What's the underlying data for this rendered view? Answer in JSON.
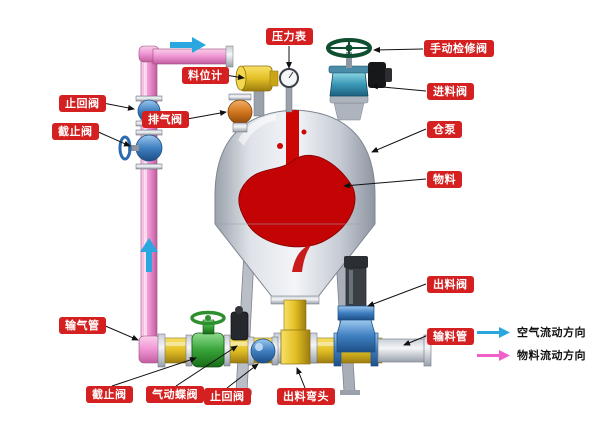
{
  "diagram": {
    "type": "pneumatic-conveying-bin-pump-system",
    "labels": [
      {
        "id": "pressure-gauge",
        "text": "压力表"
      },
      {
        "id": "manual-maintenance-valve",
        "text": "手动检修阀"
      },
      {
        "id": "level-indicator",
        "text": "料位计"
      },
      {
        "id": "feed-valve",
        "text": "进料阀"
      },
      {
        "id": "exhaust-valve",
        "text": "排气阀"
      },
      {
        "id": "check-valve-upper",
        "text": "止回阀"
      },
      {
        "id": "stop-valve-upper",
        "text": "截止阀"
      },
      {
        "id": "bin-pump",
        "text": "仓泵"
      },
      {
        "id": "material",
        "text": "物料"
      },
      {
        "id": "discharge-valve",
        "text": "出料阀"
      },
      {
        "id": "gas-pipe",
        "text": "输气管"
      },
      {
        "id": "conveying-pipe",
        "text": "输料管"
      },
      {
        "id": "stop-valve-lower",
        "text": "截止阀"
      },
      {
        "id": "pneumatic-butterfly-valve",
        "text": "气动蝶阀"
      },
      {
        "id": "check-valve-lower",
        "text": "止回阀"
      },
      {
        "id": "discharge-elbow",
        "text": "出料弯头"
      }
    ],
    "legend": [
      {
        "text": "空气流动方向",
        "color": "#2aa7df"
      },
      {
        "text": "物料流动方向",
        "color": "#f060c8"
      }
    ],
    "colors": {
      "label_bg": "#d42020",
      "label_text": "#ffffff",
      "material_red": "#c40404",
      "pipe_yellow": "#e3bf25",
      "pipe_pink": "#f29ad6",
      "vessel_gray": "#c6cbd4",
      "valve_green": "#39a339",
      "valve_blue": "#3f7fc0",
      "callout_line": "#111111"
    }
  }
}
